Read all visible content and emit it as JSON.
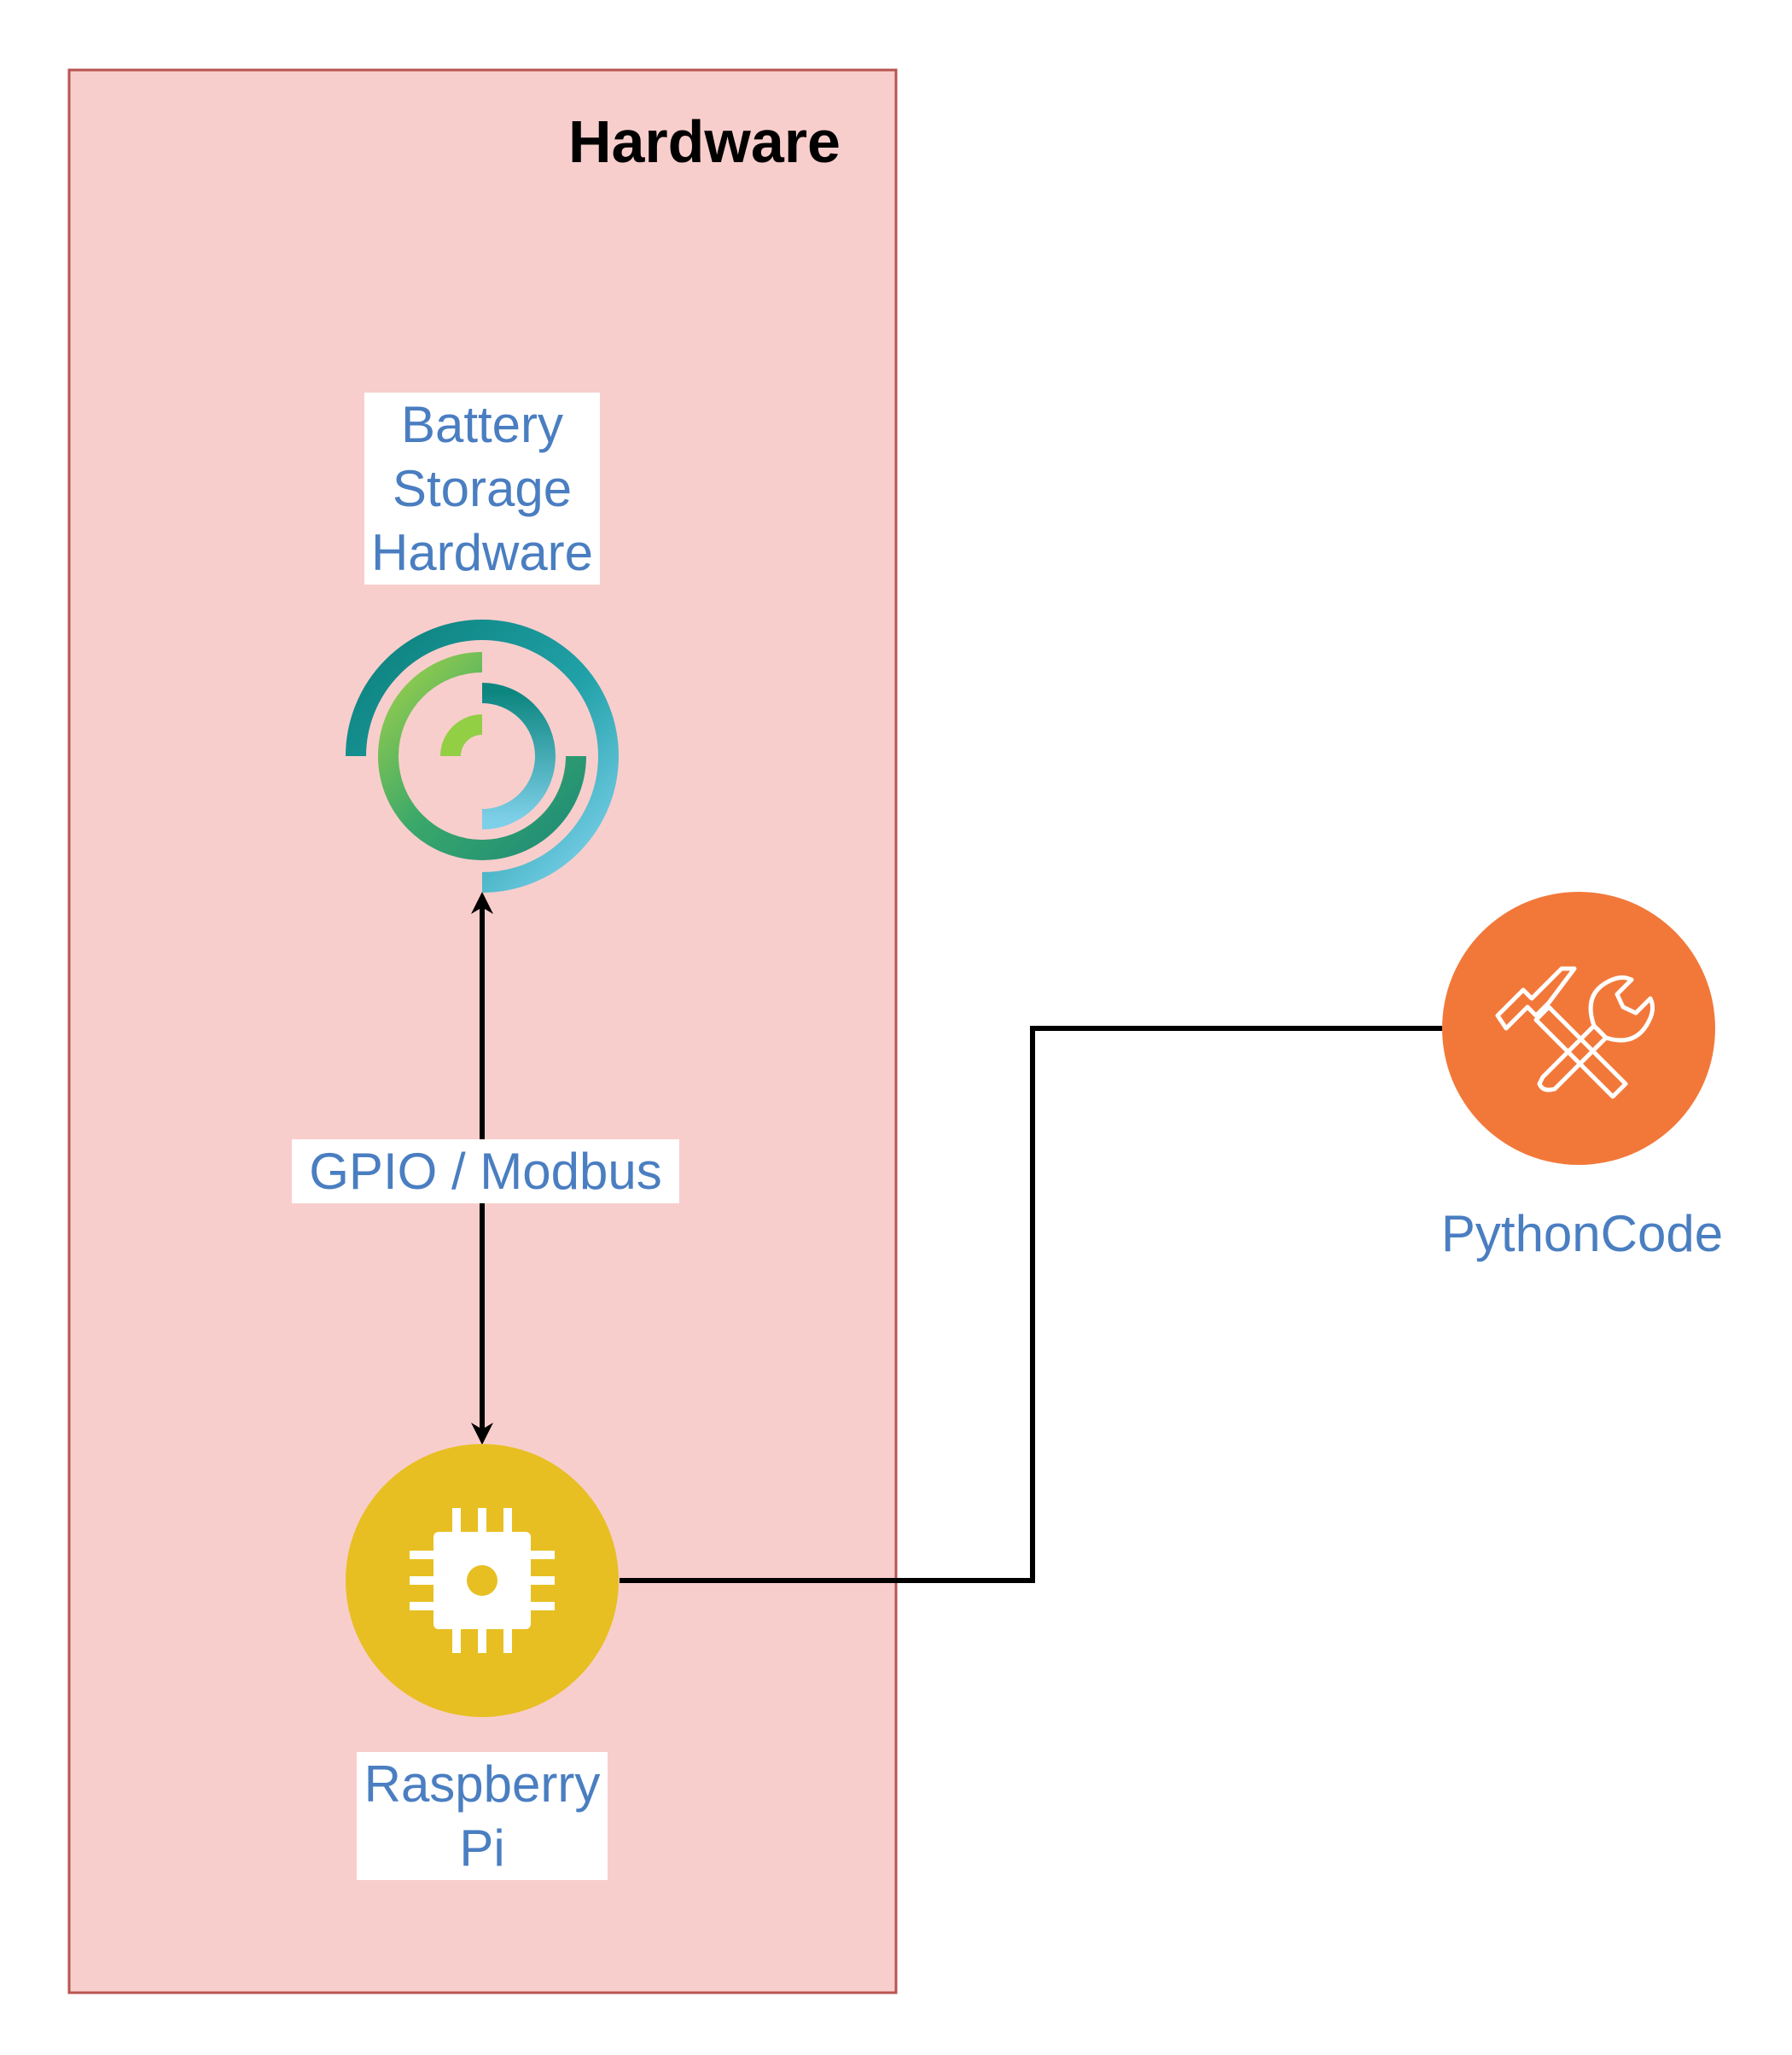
{
  "group": {
    "title": "Hardware",
    "fill": "#f8cecc",
    "stroke": "#b85450"
  },
  "nodes": {
    "battery": {
      "label": "Battery\nStorage\nHardware",
      "icon": "battery-storage-icon"
    },
    "raspberry_pi": {
      "label": "Raspberry\nPi",
      "icon": "chip-icon",
      "color": "#e7bf22"
    },
    "python_code": {
      "label": "PythonCode",
      "icon": "tools-icon",
      "color": "#f2783a"
    }
  },
  "edges": {
    "battery_pi": {
      "label": "GPIO / Modbus"
    }
  },
  "colors": {
    "label_text": "#4a7ec1",
    "connector": "#000000"
  }
}
